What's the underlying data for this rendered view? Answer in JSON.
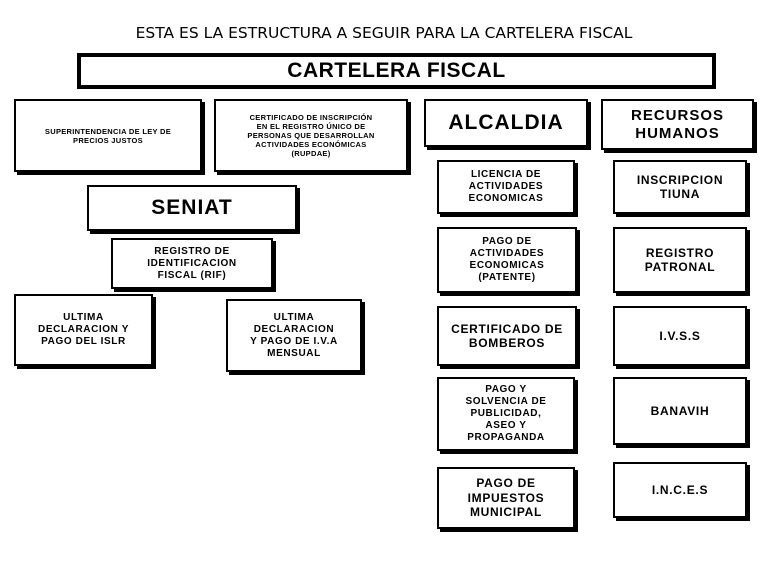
{
  "heading": "ESTA ES LA ESTRUCTURA  A SEGUIR PARA LA CARTELERA FISCAL",
  "banner": "CARTELERA FISCAL",
  "boxes": {
    "superintendencia": "SUPERINTENDENCIA DE LEY DE\nPRECIOS JUSTOS",
    "rupdae": "CERTIFICADO DE INSCRIPCIÓN\nEN EL REGISTRO ÚNICO DE\nPERSONAS QUE DESARROLLAN\nACTIVIDADES ECONÓMICAS\n(RUPDAE)",
    "seniat": "SENIAT",
    "rif": "REGISTRO DE\nIDENTIFICACION\nFISCAL (RIF)",
    "islr": "ULTIMA\nDECLARACION Y\nPAGO DEL ISLR",
    "iva": "ULTIMA\nDECLARACION\nY PAGO DE I.V.A\nMENSUAL",
    "alcaldia": "ALCALDIA",
    "licencia": "LICENCIA DE\nACTIVIDADES\nECONOMICAS",
    "patente": "PAGO DE\nACTIVIDADES\nECONOMICAS\n(PATENTE)",
    "bomberos": "CERTIFICADO DE\nBOMBEROS",
    "publicidad": "PAGO Y\nSOLVENCIA DE\nPUBLICIDAD,\nASEO Y\nPROPAGANDA",
    "impuestos": "PAGO DE\nIMPUESTOS\nMUNICIPAL",
    "rrhh": "RECURSOS\nHUMANOS",
    "tiuna": "INSCRIPCION\nTIUNA",
    "patronal": "REGISTRO\nPATRONAL",
    "ivss": "I.V.S.S",
    "banavih": "BANAVIH",
    "inces": "I.N.C.E.S"
  }
}
